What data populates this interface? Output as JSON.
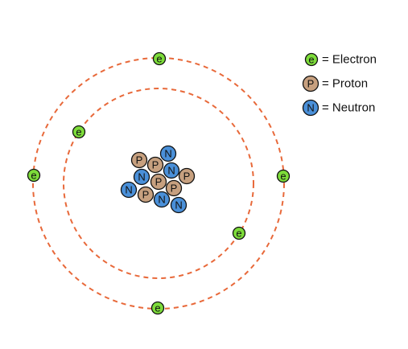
{
  "colors": {
    "orbit": "#e8693a",
    "electron": "#7ddc3a",
    "proton": "#c7a07f",
    "neutron": "#4a90d9",
    "outline": "#111111"
  },
  "letters": {
    "electron": "e",
    "proton": "P",
    "neutron": "N"
  },
  "legend": [
    {
      "type": "electron",
      "letter": "e",
      "label": "= Electron"
    },
    {
      "type": "proton",
      "letter": "P",
      "label": "= Proton"
    },
    {
      "type": "neutron",
      "letter": "N",
      "label": "= Neutron"
    }
  ],
  "counts": {
    "electrons": 6,
    "protons": 6,
    "neutrons": 6
  }
}
